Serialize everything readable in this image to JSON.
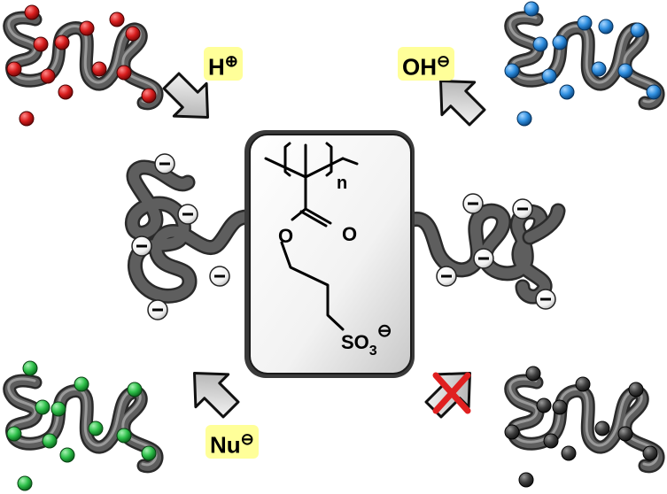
{
  "labels": {
    "acid": "H",
    "acid_charge": "⊕",
    "base": "OH",
    "base_charge": "⊖",
    "nucleophile": "Nu",
    "nucleophile_charge": "⊖"
  },
  "structure": {
    "repeat_subscript": "n",
    "ether_oxygen": "O",
    "carbonyl_oxygen": "O",
    "sulfonate": "SO",
    "sulfonate_subscript": "3",
    "sulfonate_charge": "⊖"
  },
  "colors": {
    "acid_beads": "#d81d1d",
    "base_beads": "#2f8fe0",
    "nucleophile_beads": "#2ec04a",
    "inert_beads": "#404040",
    "chain": "#5a5a5a",
    "label_background": "#ffff99",
    "blocked_mark": "#e02020"
  },
  "blocked_reaction_icon": "red-x-icon"
}
